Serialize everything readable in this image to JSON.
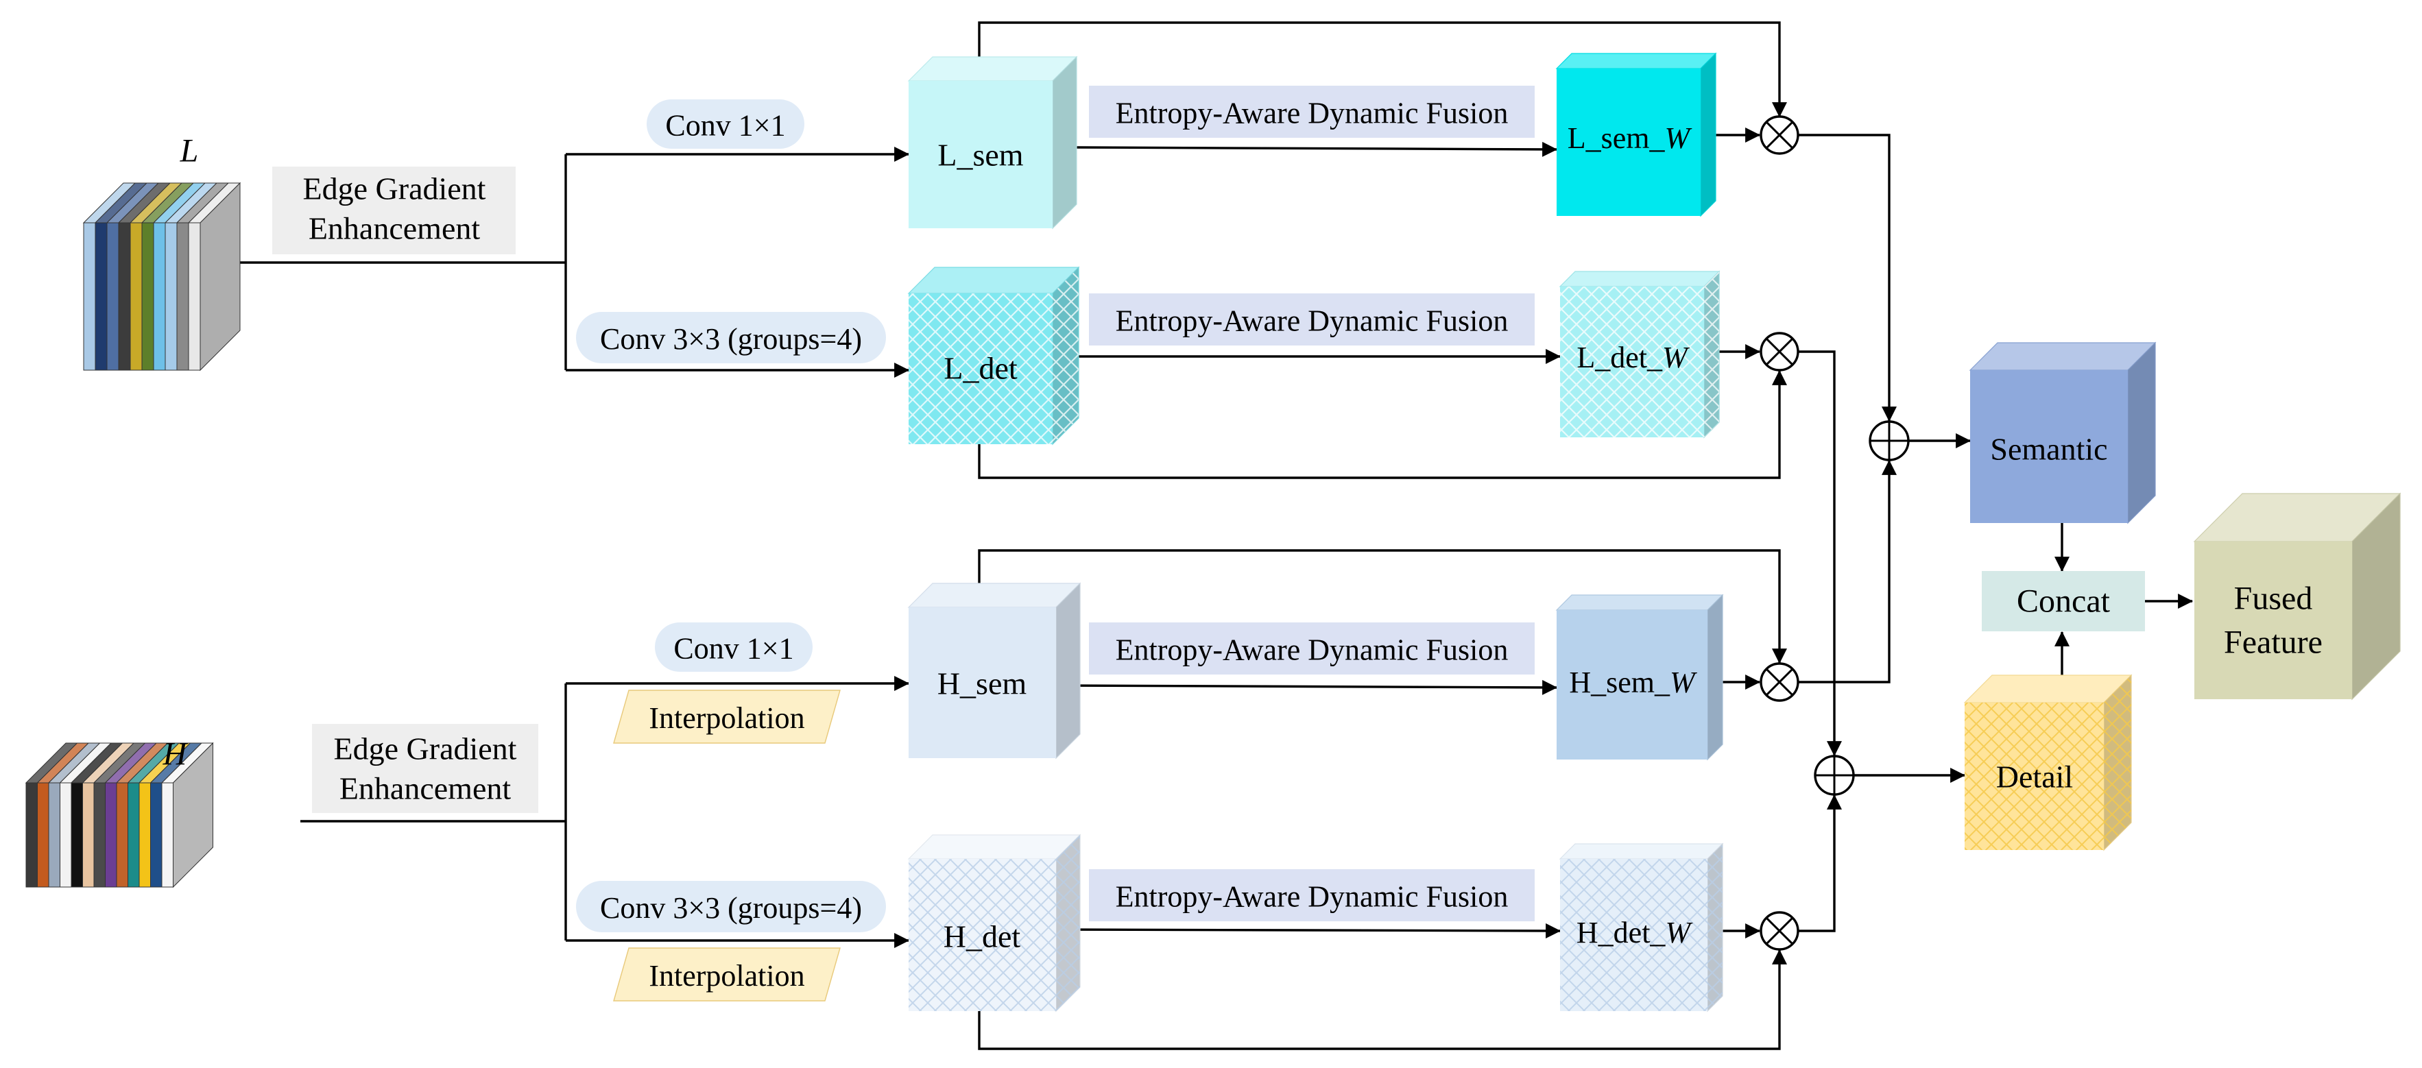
{
  "inputs": {
    "L": "L",
    "H": "H",
    "edge_L": [
      "Edge Gradient",
      "Enhancement"
    ],
    "edge_H": [
      "Edge Gradient",
      "Enhancement"
    ]
  },
  "ops": {
    "conv1_L": "Conv 1×1",
    "conv3_L": "Conv 3×3 (groups=4)",
    "conv1_H": "Conv 1×1",
    "conv3_H": "Conv 3×3 (groups=4)",
    "interp_sem": "Interpolation",
    "interp_det": "Interpolation",
    "eadf": "Entropy-Aware Dynamic Fusion"
  },
  "blocks": {
    "L_sem": "L_sem",
    "L_det": "L_det",
    "H_sem": "H_sem",
    "H_det": "H_det",
    "L_sem_W": "L_sem_",
    "L_det_W": "L_det_",
    "H_sem_W": "H_sem_",
    "H_det_W": "H_det_",
    "W": "W"
  },
  "outputs": {
    "semantic": "Semantic",
    "detail": "Detail",
    "concat": "Concat",
    "fused": [
      "Fused",
      "Feature"
    ]
  },
  "colors": {
    "L_sem": "#c6f6f8",
    "L_det": "#7fe8f0",
    "H_sem": "#dde9f6",
    "H_det": "#eef4fb",
    "L_sem_W": "#00e8ee",
    "L_det_W": "#a6f0f4",
    "H_sem_W": "#b7d2ec",
    "H_det_W": "#e5eff9",
    "semantic": "#8ea9dc",
    "detail": "#ffe49a",
    "fused": "#d8d9b5",
    "concat": "#d5e9e7",
    "eadf": "#dbe1f3",
    "conv_pill": "#e0ebf7",
    "interp": "#fdf0c8",
    "edge": "#eeeeee"
  },
  "stacks": {
    "L": [
      "#a9c9e6",
      "#1f3b6e",
      "#4f6fa3",
      "#3c3c3c",
      "#c8a928",
      "#5d7f2a",
      "#6ec0e8",
      "#a5cbe9",
      "#8a8a8a",
      "#e8e8e8"
    ],
    "H": [
      "#3a3a3a",
      "#c35b1f",
      "#9aa9bc",
      "#f2f2f2",
      "#111111",
      "#e8c4a0",
      "#4b4b4b",
      "#6b3e93",
      "#c1632a",
      "#1b8c8a",
      "#f3c318",
      "#1f4f8a",
      "#f5f5f5"
    ]
  }
}
